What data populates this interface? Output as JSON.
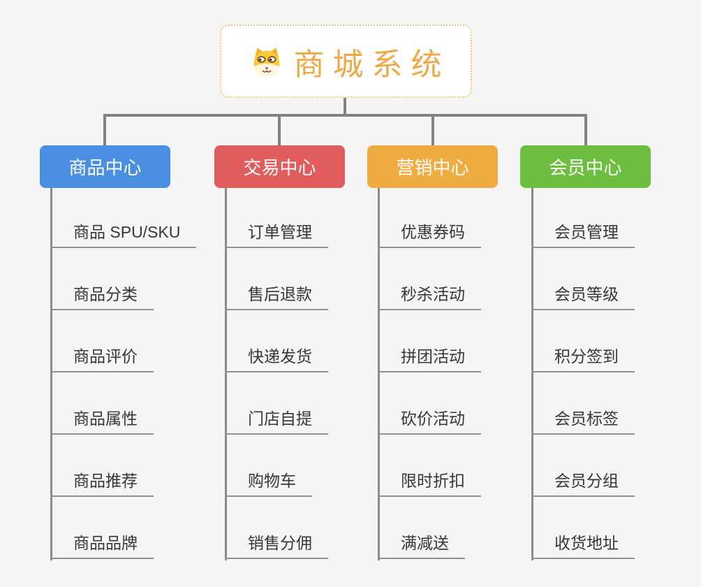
{
  "root": {
    "label": "商城系统",
    "icon": "dog-mascot-icon",
    "text_color": "#F0A848",
    "border_color": "#F4C476",
    "background": "#FFFFFF"
  },
  "canvas": {
    "background_color": "#F5F5F6",
    "connector_color": "#828282",
    "leaf_line_color": "#919191",
    "leaf_text_color": "#35373A"
  },
  "branches": [
    {
      "label": "商品中心",
      "color": "#4A8FE2",
      "items": [
        "商品 SPU/SKU",
        "商品分类",
        "商品评价",
        "商品属性",
        "商品推荐",
        "商品品牌"
      ]
    },
    {
      "label": "交易中心",
      "color": "#E15C5C",
      "items": [
        "订单管理",
        "售后退款",
        "快递发货",
        "门店自提",
        "购物车",
        "销售分佣"
      ]
    },
    {
      "label": "营销中心",
      "color": "#EFAC40",
      "items": [
        "优惠券码",
        "秒杀活动",
        "拼团活动",
        "砍价活动",
        "限时折扣",
        "满减送"
      ]
    },
    {
      "label": "会员中心",
      "color": "#6EBE3F",
      "items": [
        "会员管理",
        "会员等级",
        "积分签到",
        "会员标签",
        "会员分组",
        "收货地址"
      ]
    }
  ]
}
